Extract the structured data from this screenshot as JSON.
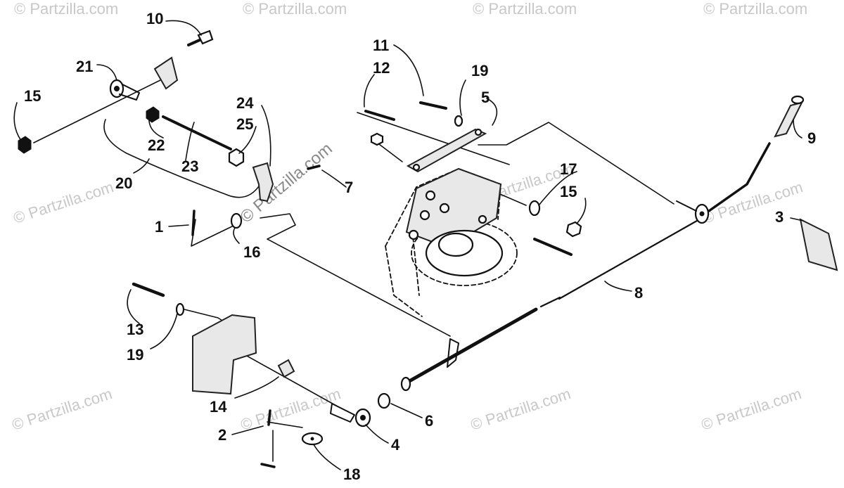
{
  "watermark": "© Partzilla.com",
  "callouts": [
    "10",
    "21",
    "15",
    "22",
    "23",
    "20",
    "24",
    "25",
    "7",
    "1",
    "16",
    "11",
    "12",
    "19",
    "5",
    "17",
    "15",
    "9",
    "3",
    "8",
    "13",
    "19",
    "14",
    "2",
    "4",
    "6",
    "18"
  ]
}
